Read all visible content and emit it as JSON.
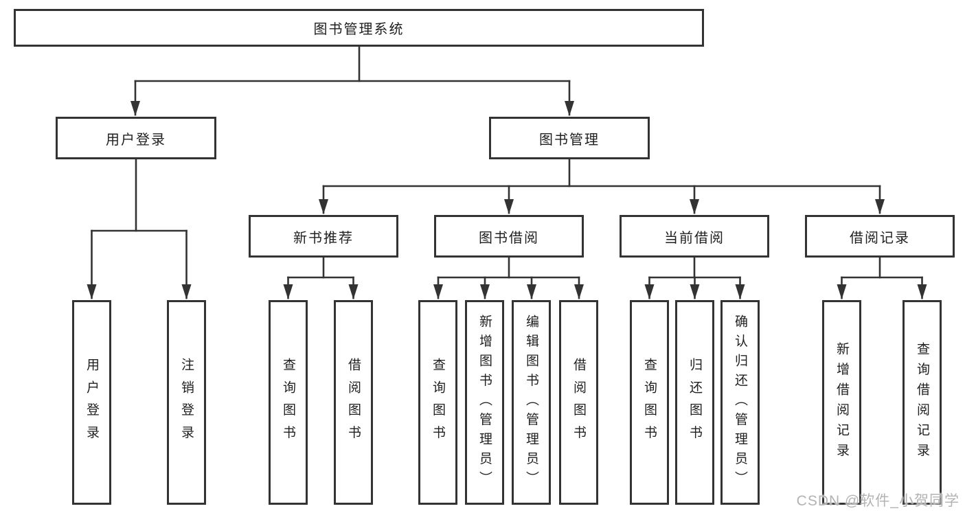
{
  "diagram": {
    "root": {
      "label": "图书管理系统"
    },
    "branches": [
      {
        "label": "用户登录",
        "children": [
          {
            "label": "用户登录"
          },
          {
            "label": "注销登录"
          }
        ]
      },
      {
        "label": "图书管理",
        "sections": [
          {
            "label": "新书推荐",
            "children": [
              {
                "label": "查询图书"
              },
              {
                "label": "借阅图书"
              }
            ]
          },
          {
            "label": "图书借阅",
            "children": [
              {
                "label": "查询图书"
              },
              {
                "label": "新增图书（管理员）"
              },
              {
                "label": "编辑图书（管理员）"
              },
              {
                "label": "借阅图书"
              }
            ]
          },
          {
            "label": "当前借阅",
            "children": [
              {
                "label": "查询图书"
              },
              {
                "label": "归还图书"
              },
              {
                "label": "确认归还（管理员）"
              }
            ]
          },
          {
            "label": "借阅记录",
            "children": [
              {
                "label": "新增借阅记录"
              },
              {
                "label": "查询借阅记录"
              }
            ]
          }
        ]
      }
    ]
  },
  "watermark": "CSDN @软件_小贺同学",
  "colors": {
    "line": "#333333",
    "box_border": "#333333",
    "text": "#1f1f1f",
    "background": "#ffffff",
    "watermark": "#b3b3b3"
  }
}
